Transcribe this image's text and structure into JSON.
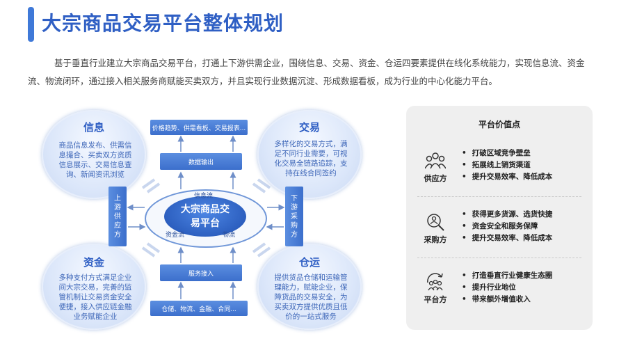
{
  "header": {
    "title": "大宗商品交易平台整体规划"
  },
  "intro": "基于垂直行业建立大宗商品交易平台，打通上下游供需企业，围绕信息、交易、资金、仓运四要素提供在线化系统能力，实现信息流、资金流、物流闭环，通过接入相关服务商赋能买卖双方，并且实现行业数据沉淀、形成数据看板，成为行业的中心化能力平台。",
  "diagram": {
    "info": {
      "title": "信息",
      "text": "商品信息发布、供需信息撮合、买卖双方资质信息展示、交易信息查询、新闻资讯浏览"
    },
    "trade": {
      "title": "交易",
      "text": "多样化的交易方式，满足不同行业需要，可视化交易全链路追踪，支持在线合同签约"
    },
    "funds": {
      "title": "资金",
      "text": "多种支付方式满足企业间大宗交易，完善的监管机制让交易资金安全便捷，接入供应链金融业务赋能企业"
    },
    "logistics": {
      "title": "仓运",
      "text": "提供货品仓储和运输管理能力，赋能企业，保障货品的交易安全，为买卖双方提供优质且低价的一站式服务"
    },
    "top_box": "价格趋势、供需看板、交易报表...",
    "data_output": "数据输出",
    "service_access": "服务接入",
    "bottom_box": "仓储、物流、金融、合同...",
    "upstream": "上游供应方",
    "downstream": "下游采购方",
    "center": "大宗商品交易平台",
    "flow_info": "信息流",
    "flow_funds": "资金流",
    "flow_logistics": "物流"
  },
  "value_panel": {
    "title": "平台价值点",
    "roles": [
      {
        "icon": "group-icon",
        "label": "供应方",
        "points": [
          "打破区域竞争壁垒",
          "拓展线上销货渠道",
          "提升交易效率、降低成本"
        ]
      },
      {
        "icon": "search-people-icon",
        "label": "采购方",
        "points": [
          "获得更多货源、选货快捷",
          "资金安全和服务保障",
          "提升交易效率、降低成本"
        ]
      },
      {
        "icon": "cycle-people-icon",
        "label": "平台方",
        "points": [
          "打造垂直行业健康生态圈",
          "提升行业地位",
          "带来额外增值收入"
        ]
      }
    ]
  },
  "colors": {
    "primary": "#2f5fc4",
    "accent": "#3c6fcc",
    "bubble": "#dce7fa",
    "panel": "#efefef"
  }
}
